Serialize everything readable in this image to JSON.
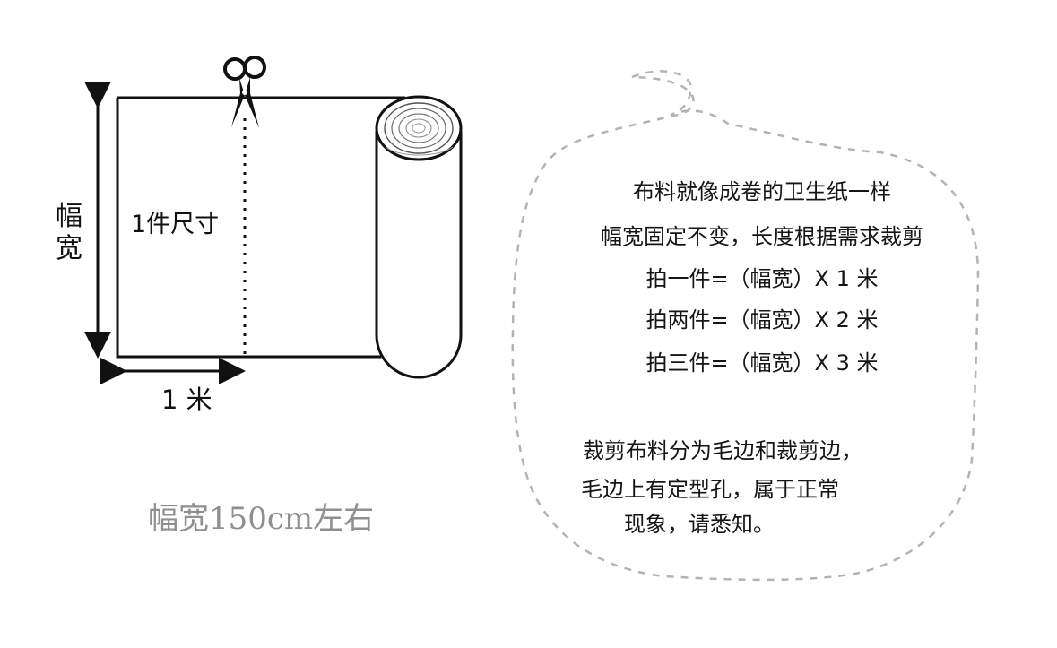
{
  "diagram": {
    "width_label": "幅宽",
    "piece_size_label": "1件尺寸",
    "length_label": "1 米",
    "caption": "幅宽150cm左右"
  },
  "bubble": {
    "lines": [
      "布料就像成卷的卫生纸一样",
      "幅宽固定不变，长度根据需求裁剪",
      "拍一件=（幅宽）X 1 米",
      "拍两件=（幅宽）X 2 米",
      "拍三件=（幅宽）X 3 米"
    ],
    "note_lines": [
      "裁剪布料分为毛边和裁剪边，",
      "毛边上有定型孔，属于正常",
      "现象，请悉知。"
    ]
  },
  "icons": {
    "cut": "scissors-icon",
    "roll": "fabric-roll-icon"
  }
}
